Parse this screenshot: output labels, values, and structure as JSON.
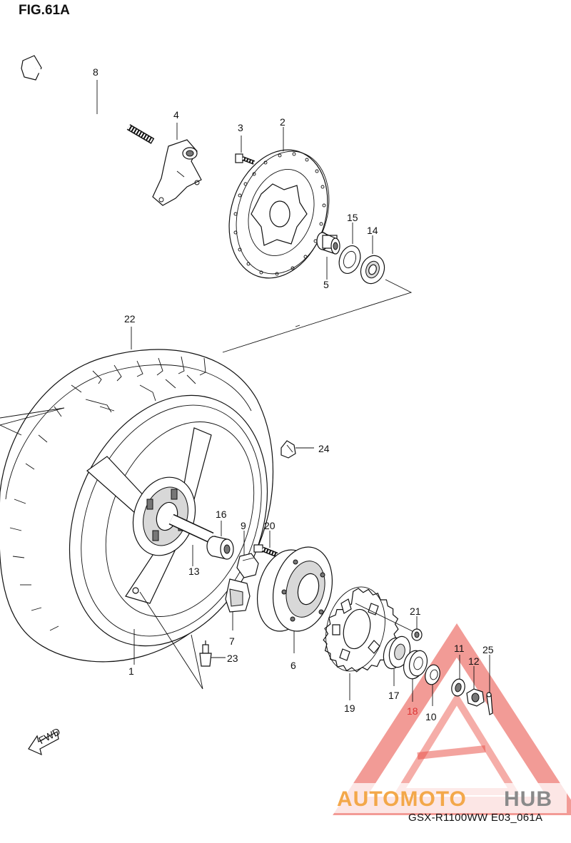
{
  "figure": {
    "title": "FIG.61A",
    "code": "GSX-R1100WW  E03_061A",
    "fwd_label": "FWD"
  },
  "watermark": {
    "text_orange": "AUTOMOTO",
    "text_gray": "HUB",
    "orange": "#f3a84a",
    "red": "#e8493f",
    "gray": "#8a8a8a"
  },
  "callouts": [
    {
      "id": "1",
      "label": "1"
    },
    {
      "id": "2",
      "label": "2"
    },
    {
      "id": "3",
      "label": "3"
    },
    {
      "id": "4",
      "label": "4"
    },
    {
      "id": "5",
      "label": "5"
    },
    {
      "id": "6",
      "label": "6"
    },
    {
      "id": "7",
      "label": "7"
    },
    {
      "id": "8",
      "label": "8"
    },
    {
      "id": "9",
      "label": "9"
    },
    {
      "id": "10",
      "label": "10"
    },
    {
      "id": "11",
      "label": "11"
    },
    {
      "id": "12",
      "label": "12"
    },
    {
      "id": "13",
      "label": "13"
    },
    {
      "id": "14",
      "label": "14"
    },
    {
      "id": "15",
      "label": "15"
    },
    {
      "id": "16",
      "label": "16"
    },
    {
      "id": "17",
      "label": "17"
    },
    {
      "id": "18",
      "label": "18",
      "color": "#d33"
    },
    {
      "id": "19",
      "label": "19"
    },
    {
      "id": "20",
      "label": "20"
    },
    {
      "id": "21",
      "label": "21"
    },
    {
      "id": "22",
      "label": "22"
    },
    {
      "id": "23",
      "label": "23"
    },
    {
      "id": "24",
      "label": "24"
    },
    {
      "id": "25",
      "label": "25"
    }
  ]
}
